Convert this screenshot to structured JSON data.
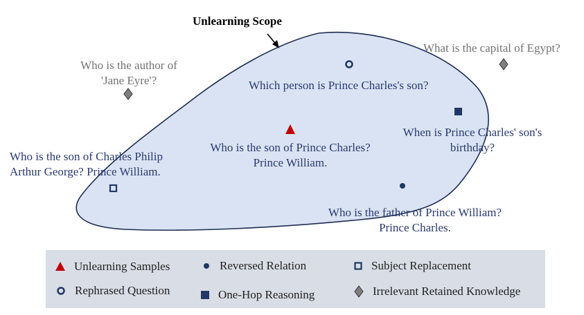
{
  "diagram": {
    "scope_title": "Unlearning Scope",
    "nodes": {
      "unlearning_sample": [
        "Who is the son of Prince Charles?",
        "Prince William."
      ],
      "rephrased_question": [
        "Which person is Prince Charles's son?"
      ],
      "one_hop": [
        "When is Prince Charles' son's",
        "birthday?"
      ],
      "reversed_relation": [
        "Who is the father of Prince William?",
        "Prince Charles."
      ],
      "subject_replacement": [
        "Who is the son of Charles Philip",
        "Arthur George? Prince William."
      ],
      "irrelevant_left": [
        "Who is the author of",
        "'Jane Eyre'?"
      ],
      "irrelevant_right": [
        "What is the capital of Egypt?"
      ]
    }
  },
  "legend": [
    {
      "label": "Unlearning Samples",
      "icon": "red-triangle-icon"
    },
    {
      "label": "Reversed  Relation",
      "icon": "filled-circle-icon"
    },
    {
      "label": "Subject Replacement",
      "icon": "hollow-square-icon"
    },
    {
      "label": "Rephrased  Question",
      "icon": "hollow-circle-icon"
    },
    {
      "label": "One-Hop Reasoning",
      "icon": "filled-square-icon"
    },
    {
      "label": "Irrelevant Retained Knowledge",
      "icon": "gray-diamond-icon"
    }
  ],
  "colors": {
    "scope_fill": "#dae3f3",
    "scope_stroke": "#1f2d52",
    "marker_navy": "#1f3864",
    "marker_red": "#c00000",
    "marker_gray": "#7f7f7f",
    "text_navy": "#2a3a6e",
    "text_gray": "#737373",
    "legend_bg": "#d9dde5"
  }
}
